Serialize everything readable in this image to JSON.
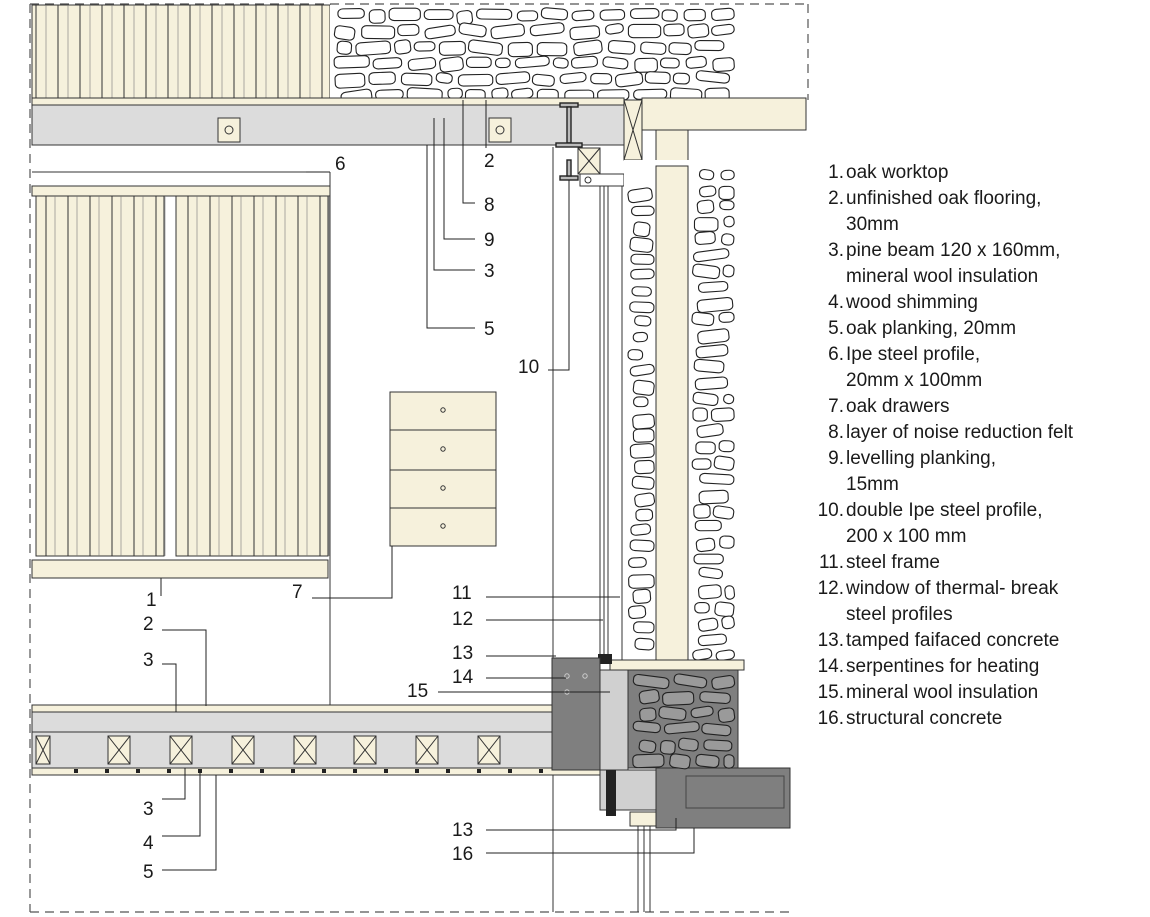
{
  "legend": [
    {
      "num": "1.",
      "text": "oak worktop"
    },
    {
      "num": "2.",
      "text": "unfinished oak flooring,\n30mm"
    },
    {
      "num": "3.",
      "text": "pine beam 120 x 160mm,\nmineral wool insulation"
    },
    {
      "num": "4.",
      "text": "wood shimming"
    },
    {
      "num": "5.",
      "text": "oak planking, 20mm"
    },
    {
      "num": "6.",
      "text": "Ipe steel profile,\n20mm x 100mm"
    },
    {
      "num": "7.",
      "text": "oak drawers"
    },
    {
      "num": "8.",
      "text": "layer of noise reduction felt"
    },
    {
      "num": "9.",
      "text": "levelling planking,\n15mm"
    },
    {
      "num": "10.",
      "text": "double Ipe steel profile,\n200 x 100 mm"
    },
    {
      "num": "11.",
      "text": "steel frame"
    },
    {
      "num": "12.",
      "text": "window of thermal- break\nsteel profiles"
    },
    {
      "num": "13.",
      "text": "tamped faifaced concrete"
    },
    {
      "num": "14.",
      "text": "serpentines for heating"
    },
    {
      "num": "15.",
      "text": "mineral wool insulation"
    },
    {
      "num": "16.",
      "text": "structural concrete"
    }
  ],
  "callouts": {
    "c2_top": "2",
    "c6": "6",
    "c8": "8",
    "c9": "9",
    "c3_top": "3",
    "c5_top": "5",
    "c10": "10",
    "c7": "7",
    "c11": "11",
    "c12": "12",
    "c13_top": "13",
    "c14": "14",
    "c15": "15",
    "c1": "1",
    "c2_mid": "2",
    "c3_mid": "3",
    "c3_bot": "3",
    "c4": "4",
    "c5_bot": "5",
    "c13_bot": "13",
    "c16": "16"
  },
  "colors": {
    "line": "#1a1a1a",
    "wood_light": "#f6f1dc",
    "beam_grey": "#dcdcdc",
    "concrete_dark": "#7f7f7f",
    "concrete_light": "#d0d0d0",
    "stone_fill": "#ffffff"
  }
}
